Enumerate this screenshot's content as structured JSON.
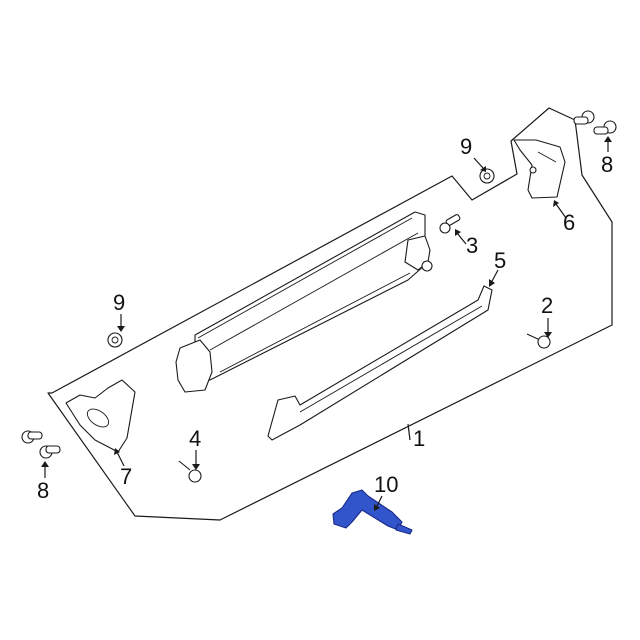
{
  "diagram": {
    "highlight_color": "#3355cc",
    "callouts": [
      {
        "id": "1",
        "label": "1",
        "part": "radiator-assembly"
      },
      {
        "id": "2",
        "label": "2",
        "part": "screw-right"
      },
      {
        "id": "3",
        "label": "3",
        "part": "bolt"
      },
      {
        "id": "4",
        "label": "4",
        "part": "screw-left"
      },
      {
        "id": "5",
        "label": "5",
        "part": "lower-seal"
      },
      {
        "id": "6",
        "label": "6",
        "part": "bracket-right"
      },
      {
        "id": "7",
        "label": "7",
        "part": "bracket-left"
      },
      {
        "id": "8a",
        "label": "8",
        "part": "stud-right"
      },
      {
        "id": "8b",
        "label": "8",
        "part": "stud-left"
      },
      {
        "id": "9a",
        "label": "9",
        "part": "nut-right"
      },
      {
        "id": "9b",
        "label": "9",
        "part": "nut-left"
      },
      {
        "id": "10",
        "label": "10",
        "part": "hose-highlighted"
      }
    ]
  }
}
